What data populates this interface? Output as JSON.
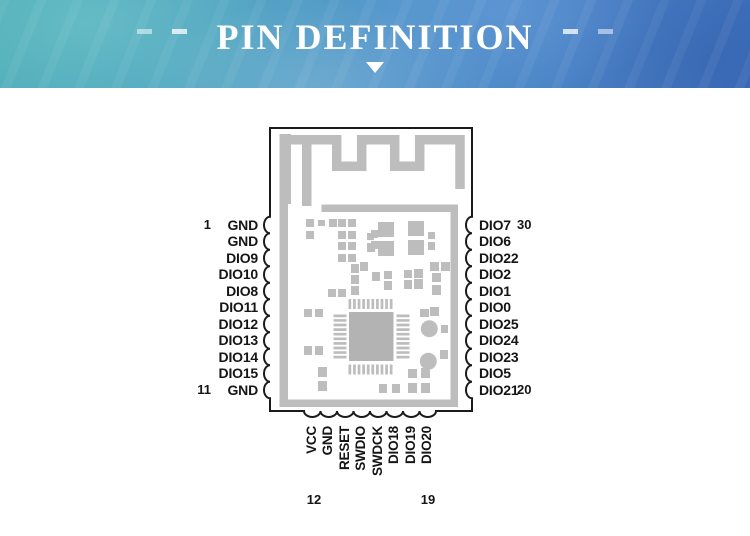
{
  "header": {
    "title": "PIN DEFINITION",
    "decor": {
      "dash_icon_count": 4,
      "triangle_icon": "down",
      "bg_left_color": "#4fadba",
      "bg_mid_color": "#5496cb",
      "bg_right_color": "#3f70bb",
      "text_color": "#ffffff"
    }
  },
  "module": {
    "left_pins": [
      {
        "name": "GND",
        "num": "1"
      },
      {
        "name": "GND"
      },
      {
        "name": "DIO9"
      },
      {
        "name": "DIO10"
      },
      {
        "name": "DIO8"
      },
      {
        "name": "DIO11"
      },
      {
        "name": "DIO12"
      },
      {
        "name": "DIO13"
      },
      {
        "name": "DIO14"
      },
      {
        "name": "DIO15"
      },
      {
        "name": "GND",
        "num": "11"
      }
    ],
    "right_pins": [
      {
        "name": "DIO7",
        "num": "30"
      },
      {
        "name": "DIO6"
      },
      {
        "name": "DIO22"
      },
      {
        "name": "DIO2"
      },
      {
        "name": "DIO1"
      },
      {
        "name": "DIO0"
      },
      {
        "name": "DIO25"
      },
      {
        "name": "DIO24"
      },
      {
        "name": "DIO23"
      },
      {
        "name": "DIO5"
      },
      {
        "name": "DIO21",
        "num": "20"
      }
    ],
    "bottom_pins": [
      {
        "name": "VCC"
      },
      {
        "name": "GND"
      },
      {
        "name": "RESET"
      },
      {
        "name": "SWDIO"
      },
      {
        "name": "SWDCK"
      },
      {
        "name": "DIO18"
      },
      {
        "name": "DIO19"
      },
      {
        "name": "DIO20"
      }
    ],
    "bottom_numbers": {
      "first": "12",
      "last": "19"
    },
    "colors": {
      "trace_gray": "#bdbdbd",
      "chip_gray": "#b3b3b3",
      "outline_black": "#1b1b1b",
      "label_color": "#151515"
    }
  }
}
